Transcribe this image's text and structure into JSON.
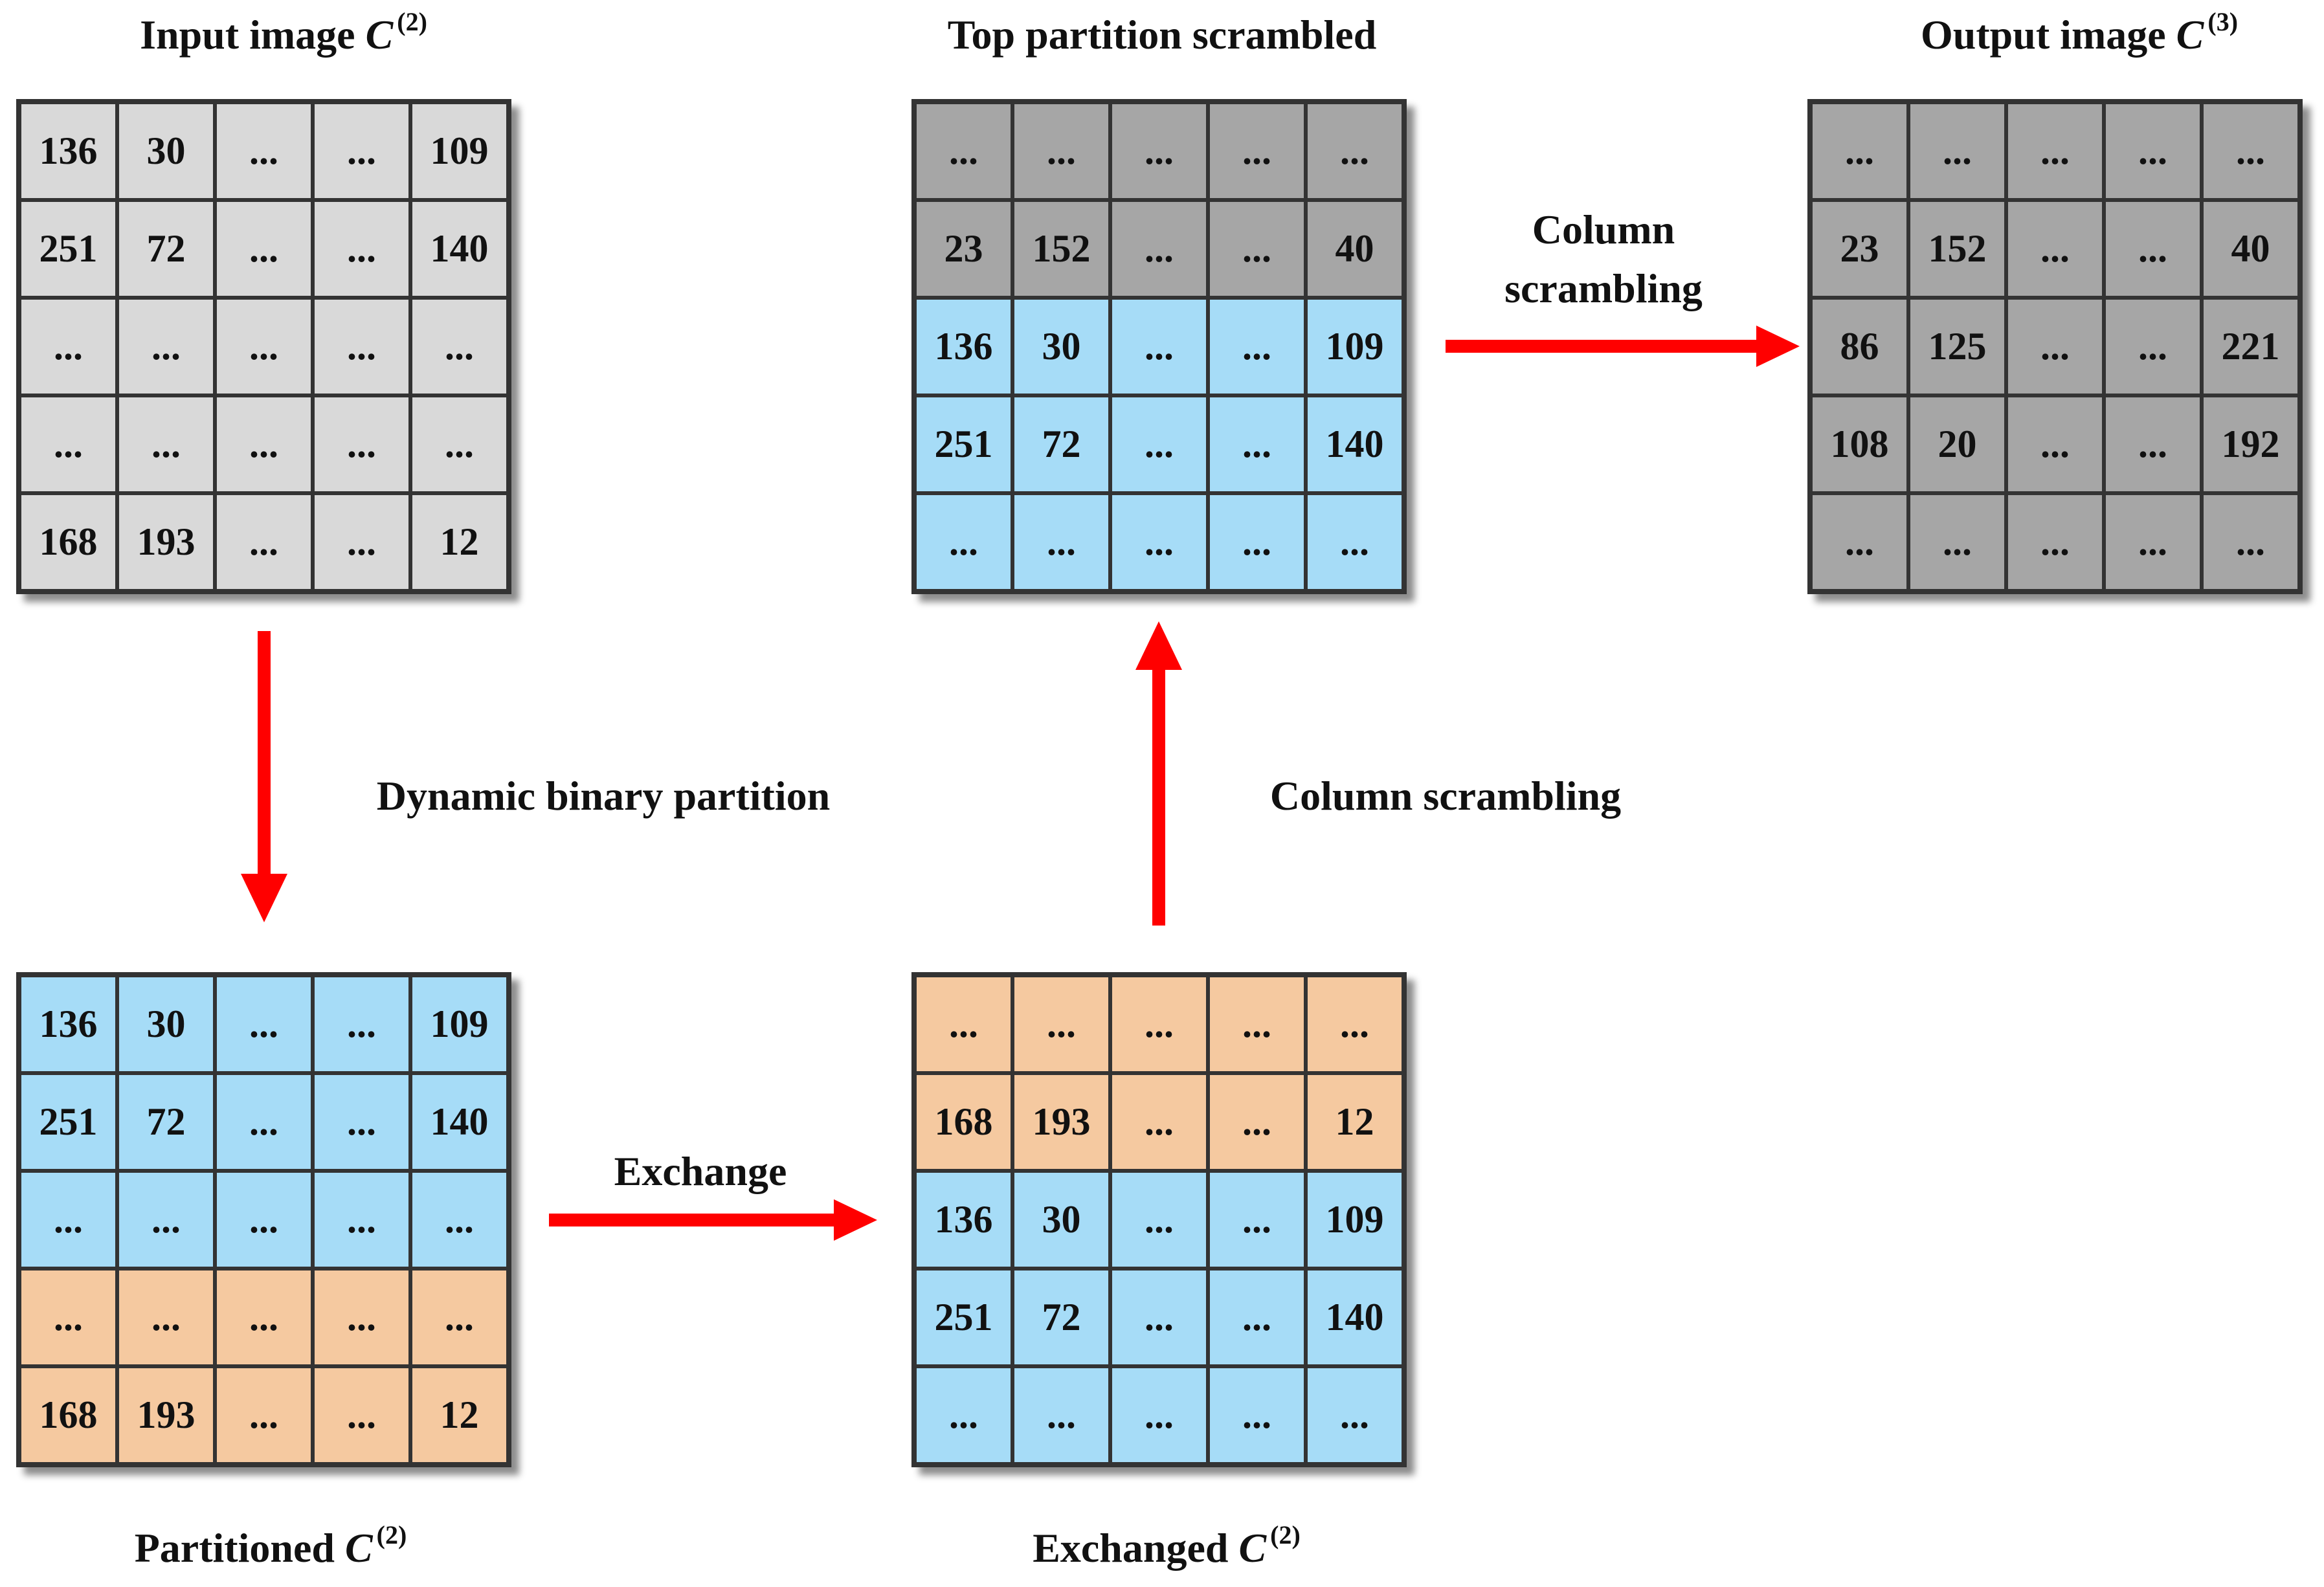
{
  "matrices": [
    {
      "id": "input",
      "title": "Input image ",
      "symbol": "C",
      "superscript": "(2)",
      "rows": [
        [
          "136",
          "30",
          "...",
          "...",
          "109"
        ],
        [
          "251",
          "72",
          "...",
          "...",
          "140"
        ],
        [
          "...",
          "...",
          "...",
          "...",
          "..."
        ],
        [
          "...",
          "...",
          "...",
          "...",
          "..."
        ],
        [
          "168",
          "193",
          "...",
          "...",
          "12"
        ]
      ],
      "row_colors": [
        "gray",
        "gray",
        "gray",
        "gray",
        "gray"
      ]
    },
    {
      "id": "top-scrambled",
      "title": "Top partition scrambled",
      "symbol": "",
      "superscript": "",
      "rows": [
        [
          "...",
          "...",
          "...",
          "...",
          "..."
        ],
        [
          "23",
          "152",
          "...",
          "...",
          "40"
        ],
        [
          "136",
          "30",
          "...",
          "...",
          "109"
        ],
        [
          "251",
          "72",
          "...",
          "...",
          "140"
        ],
        [
          "...",
          "...",
          "...",
          "...",
          "..."
        ]
      ],
      "row_colors": [
        "dark",
        "dark",
        "blue",
        "blue",
        "blue"
      ]
    },
    {
      "id": "output",
      "title": "Output image ",
      "symbol": "C",
      "superscript": "(3)",
      "rows": [
        [
          "...",
          "...",
          "...",
          "...",
          "..."
        ],
        [
          "23",
          "152",
          "...",
          "...",
          "40"
        ],
        [
          "86",
          "125",
          "...",
          "...",
          "221"
        ],
        [
          "108",
          "20",
          "...",
          "...",
          "192"
        ],
        [
          "...",
          "...",
          "...",
          "...",
          "..."
        ]
      ],
      "row_colors": [
        "dark",
        "dark",
        "dark",
        "dark",
        "dark"
      ]
    },
    {
      "id": "partitioned",
      "title": "Partitioned ",
      "symbol": "C",
      "superscript": "(2)",
      "rows": [
        [
          "136",
          "30",
          "...",
          "...",
          "109"
        ],
        [
          "251",
          "72",
          "...",
          "...",
          "140"
        ],
        [
          "...",
          "...",
          "...",
          "...",
          "..."
        ],
        [
          "...",
          "...",
          "...",
          "...",
          "..."
        ],
        [
          "168",
          "193",
          "...",
          "...",
          "12"
        ]
      ],
      "row_colors": [
        "blue",
        "blue",
        "blue",
        "orange",
        "orange"
      ]
    },
    {
      "id": "exchanged",
      "title": "Exchanged ",
      "symbol": "C",
      "superscript": "(2)",
      "rows": [
        [
          "...",
          "...",
          "...",
          "...",
          "..."
        ],
        [
          "168",
          "193",
          "...",
          "...",
          "12"
        ],
        [
          "136",
          "30",
          "...",
          "...",
          "109"
        ],
        [
          "251",
          "72",
          "...",
          "...",
          "140"
        ],
        [
          "...",
          "...",
          "...",
          "...",
          "..."
        ]
      ],
      "row_colors": [
        "orange",
        "orange",
        "blue",
        "blue",
        "blue"
      ]
    }
  ],
  "labels": {
    "dynamic_binary_partition": "Dynamic binary partition",
    "exchange": "Exchange",
    "column_scrambling_middle": "Column scrambling",
    "column_scrambling_top_line1": "Column",
    "column_scrambling_top_line2": "scrambling"
  },
  "colors": {
    "gray": "#d9d9d9",
    "dark": "#a6a6a6",
    "blue": "#a6dcf7",
    "orange": "#f5c9a0",
    "arrow": "#ff0000"
  }
}
